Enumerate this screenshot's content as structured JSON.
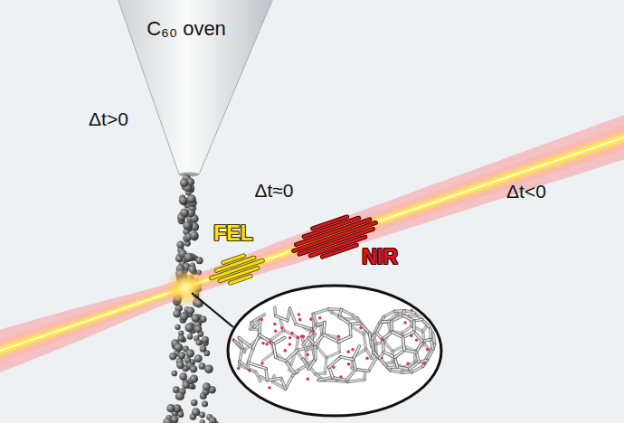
{
  "diagram": {
    "nodes": [
      {
        "text": [
          "C₆₀ oven"
        ]
      },
      {
        "text": [
          "Δt>0"
        ]
      },
      {
        "text": [
          "Δt≈0"
        ]
      },
      {
        "text": [
          "Δt<0"
        ]
      }
    ],
    "labels": [
      "FEL",
      "NIR"
    ]
  }
}
